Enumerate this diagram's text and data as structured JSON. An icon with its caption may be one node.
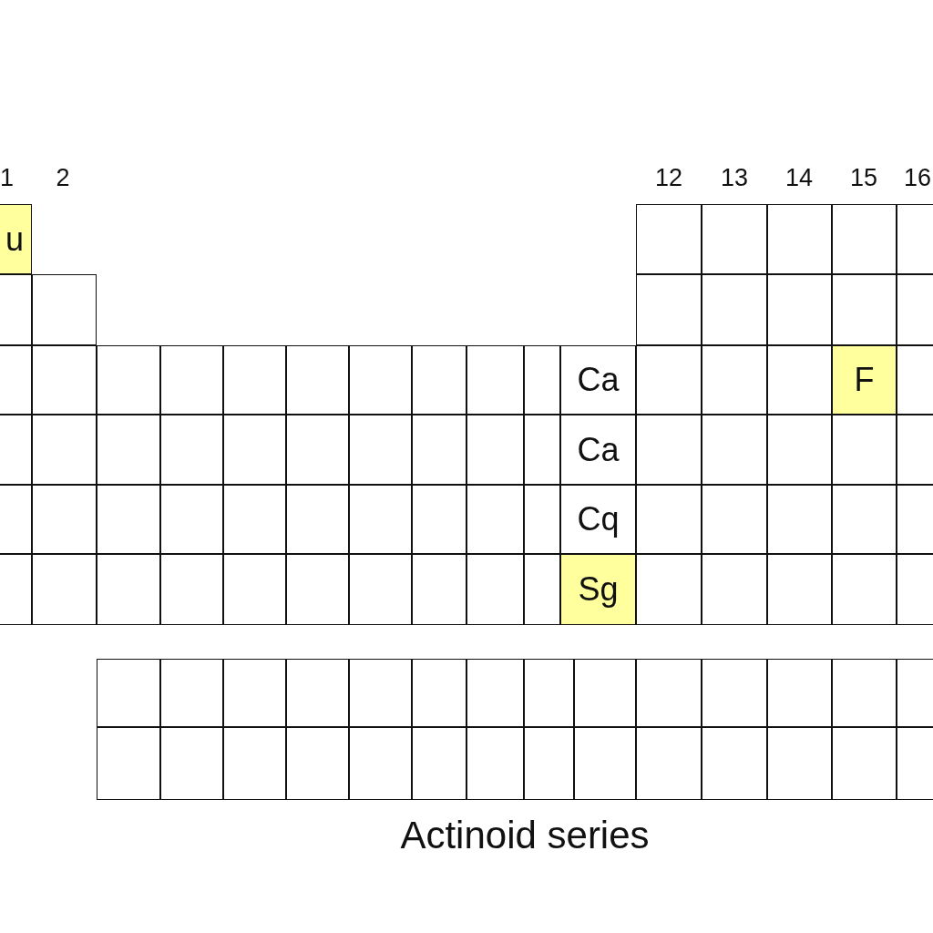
{
  "diagram": {
    "nodes": [
      {
        "text": [
          "u"
        ]
      },
      {
        "text": [],
        "shape": "box"
      },
      {
        "text": [],
        "shape": "box"
      },
      {
        "text": [],
        "shape": "box"
      },
      {
        "text": [],
        "shape": "box"
      },
      {
        "text": [],
        "shape": "box"
      },
      {
        "text": [],
        "shape": "box"
      },
      {
        "text": [],
        "shape": "box"
      },
      {
        "text": [],
        "shape": "box"
      },
      {
        "text": [],
        "shape": "box"
      },
      {
        "text": [],
        "shape": "box"
      },
      {
        "text": [],
        "shape": "box"
      },
      {
        "text": [],
        "shape": "box"
      },
      {
        "text": [],
        "shape": "box"
      },
      {
        "text": [],
        "shape": "box"
      },
      {
        "text": [],
        "shape": "box"
      },
      {
        "text": [],
        "shape": "box"
      },
      {
        "text": [],
        "shape": "box"
      },
      {
        "text": [],
        "shape": "box"
      },
      {
        "text": [],
        "shape": "box"
      },
      {
        "text": [],
        "shape": "box"
      },
      {
        "text": [],
        "shape": "box"
      },
      {
        "text": [],
        "shape": "box"
      },
      {
        "text": [
          "Ca"
        ]
      },
      {
        "text": [],
        "shape": "box"
      },
      {
        "text": [],
        "shape": "box"
      },
      {
        "text": [],
        "shape": "box"
      },
      {
        "text": [
          "F"
        ]
      },
      {
        "text": [],
        "shape": "box"
      },
      {
        "text": [],
        "shape": "box"
      },
      {
        "text": [],
        "shape": "box"
      },
      {
        "text": [],
        "shape": "box"
      },
      {
        "text": [],
        "shape": "box"
      },
      {
        "text": [],
        "shape": "box"
      },
      {
        "text": [],
        "shape": "box"
      },
      {
        "text": [],
        "shape": "box"
      },
      {
        "text": [],
        "shape": "box"
      },
      {
        "text": [],
        "shape": "box"
      },
      {
        "text": [],
        "shape": "box"
      },
      {
        "text": [
          "Ca"
        ]
      },
      {
        "text": [],
        "shape": "box"
      },
      {
        "text": [],
        "shape": "box"
      },
      {
        "text": [],
        "shape": "box"
      },
      {
        "text": [],
        "shape": "box"
      },
      {
        "text": [],
        "shape": "box"
      },
      {
        "text": [],
        "shape": "box"
      },
      {
        "text": [],
        "shape": "box"
      },
      {
        "text": [],
        "shape": "box"
      },
      {
        "text": [],
        "shape": "box"
      },
      {
        "text": [],
        "shape": "box"
      },
      {
        "text": [],
        "shape": "box"
      },
      {
        "text": [],
        "shape": "box"
      },
      {
        "text": [],
        "shape": "box"
      },
      {
        "text": [],
        "shape": "box"
      },
      {
        "text": [],
        "shape": "box"
      },
      {
        "text": [
          "Cq"
        ]
      },
      {
        "text": [],
        "shape": "box"
      },
      {
        "text": [],
        "shape": "box"
      },
      {
        "text": [],
        "shape": "box"
      },
      {
        "text": [],
        "shape": "box"
      },
      {
        "text": [],
        "shape": "box"
      },
      {
        "text": [],
        "shape": "box"
      },
      {
        "text": [],
        "shape": "box"
      },
      {
        "text": [],
        "shape": "box"
      },
      {
        "text": [],
        "shape": "box"
      },
      {
        "text": [],
        "shape": "box"
      },
      {
        "text": [],
        "shape": "box"
      },
      {
        "text": [],
        "shape": "box"
      },
      {
        "text": [],
        "shape": "box"
      },
      {
        "text": [],
        "shape": "box"
      },
      {
        "text": [],
        "shape": "box"
      },
      {
        "text": [
          "Sg"
        ]
      },
      {
        "text": [],
        "shape": "box"
      },
      {
        "text": [],
        "shape": "box"
      },
      {
        "text": [],
        "shape": "box"
      },
      {
        "text": [],
        "shape": "box"
      },
      {
        "text": [],
        "shape": "box"
      },
      {
        "text": [],
        "shape": "box"
      },
      {
        "text": [],
        "shape": "box"
      },
      {
        "text": [],
        "shape": "box"
      },
      {
        "text": [],
        "shape": "box"
      },
      {
        "text": [],
        "shape": "box"
      },
      {
        "text": [],
        "shape": "box"
      },
      {
        "text": [],
        "shape": "box"
      },
      {
        "text": [],
        "shape": "box"
      },
      {
        "text": [],
        "shape": "box"
      },
      {
        "text": [],
        "shape": "box"
      },
      {
        "text": [],
        "shape": "box"
      },
      {
        "text": [],
        "shape": "box"
      },
      {
        "text": [],
        "shape": "box"
      },
      {
        "text": [],
        "shape": "box"
      },
      {
        "text": [],
        "shape": "box"
      },
      {
        "text": [],
        "shape": "box"
      },
      {
        "text": [],
        "shape": "box"
      },
      {
        "text": [],
        "shape": "box"
      },
      {
        "text": [],
        "shape": "box"
      },
      {
        "text": [],
        "shape": "box"
      },
      {
        "text": [],
        "shape": "box"
      },
      {
        "text": [],
        "shape": "box"
      },
      {
        "text": [],
        "shape": "box"
      },
      {
        "text": [],
        "shape": "box"
      },
      {
        "text": [],
        "shape": "box"
      },
      {
        "text": [],
        "shape": "box"
      },
      {
        "text": [],
        "shape": "box"
      },
      {
        "text": [],
        "shape": "box"
      }
    ],
    "labels": [
      "1",
      "2",
      "12",
      "13",
      "14",
      "15",
      "16",
      "Actinoid series"
    ]
  }
}
